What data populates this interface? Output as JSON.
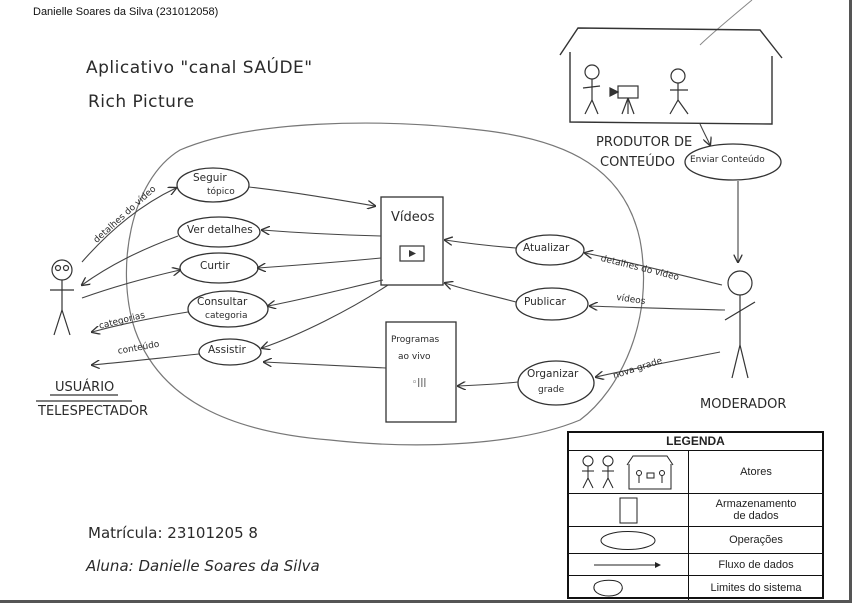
{
  "header": {
    "author_line": "Danielle Soares da Silva (231012058)"
  },
  "title": {
    "line1": "Aplicativo \"canal SAÚDE\"",
    "line2": "Rich Picture"
  },
  "actors": {
    "user_line1": "USUÁRIO",
    "user_line2": "TELESPECTADOR",
    "moderator": "MODERADOR",
    "producer_line1": "PRODUTOR DE",
    "producer_line2": "CONTEÚDO"
  },
  "operations": {
    "follow_line1": "Seguir",
    "follow_line2": "tópico",
    "details": "Ver detalhes",
    "like": "Curtir",
    "category_line1": "Consultar",
    "category_line2": "categoria",
    "watch": "Assistir",
    "update": "Atualizar",
    "publish": "Publicar",
    "organize_line1": "Organizar",
    "organize_line2": "grade",
    "send_content": "Enviar Conteúdo"
  },
  "stores": {
    "videos": "Vídeos",
    "live_line1": "Programas",
    "live_line2": "ao vivo"
  },
  "flows": {
    "video_details_left": "detalhes do vídeo",
    "categories": "categorias",
    "content": "conteúdo",
    "video_details_right": "detalhes do vídeo",
    "videos": "vídeos",
    "new_schedule": "nova grade"
  },
  "signature": {
    "enrollment": "Matrícula: 23101205 8",
    "student": "Aluna: Danielle Soares da Silva"
  },
  "legend": {
    "title": "LEGENDA",
    "actors": "Atores",
    "storage_line1": "Armazenamento",
    "storage_line2": "de dados",
    "operations": "Operações",
    "data_flow": "Fluxo de dados",
    "system_limits": "Limites do sistema"
  }
}
